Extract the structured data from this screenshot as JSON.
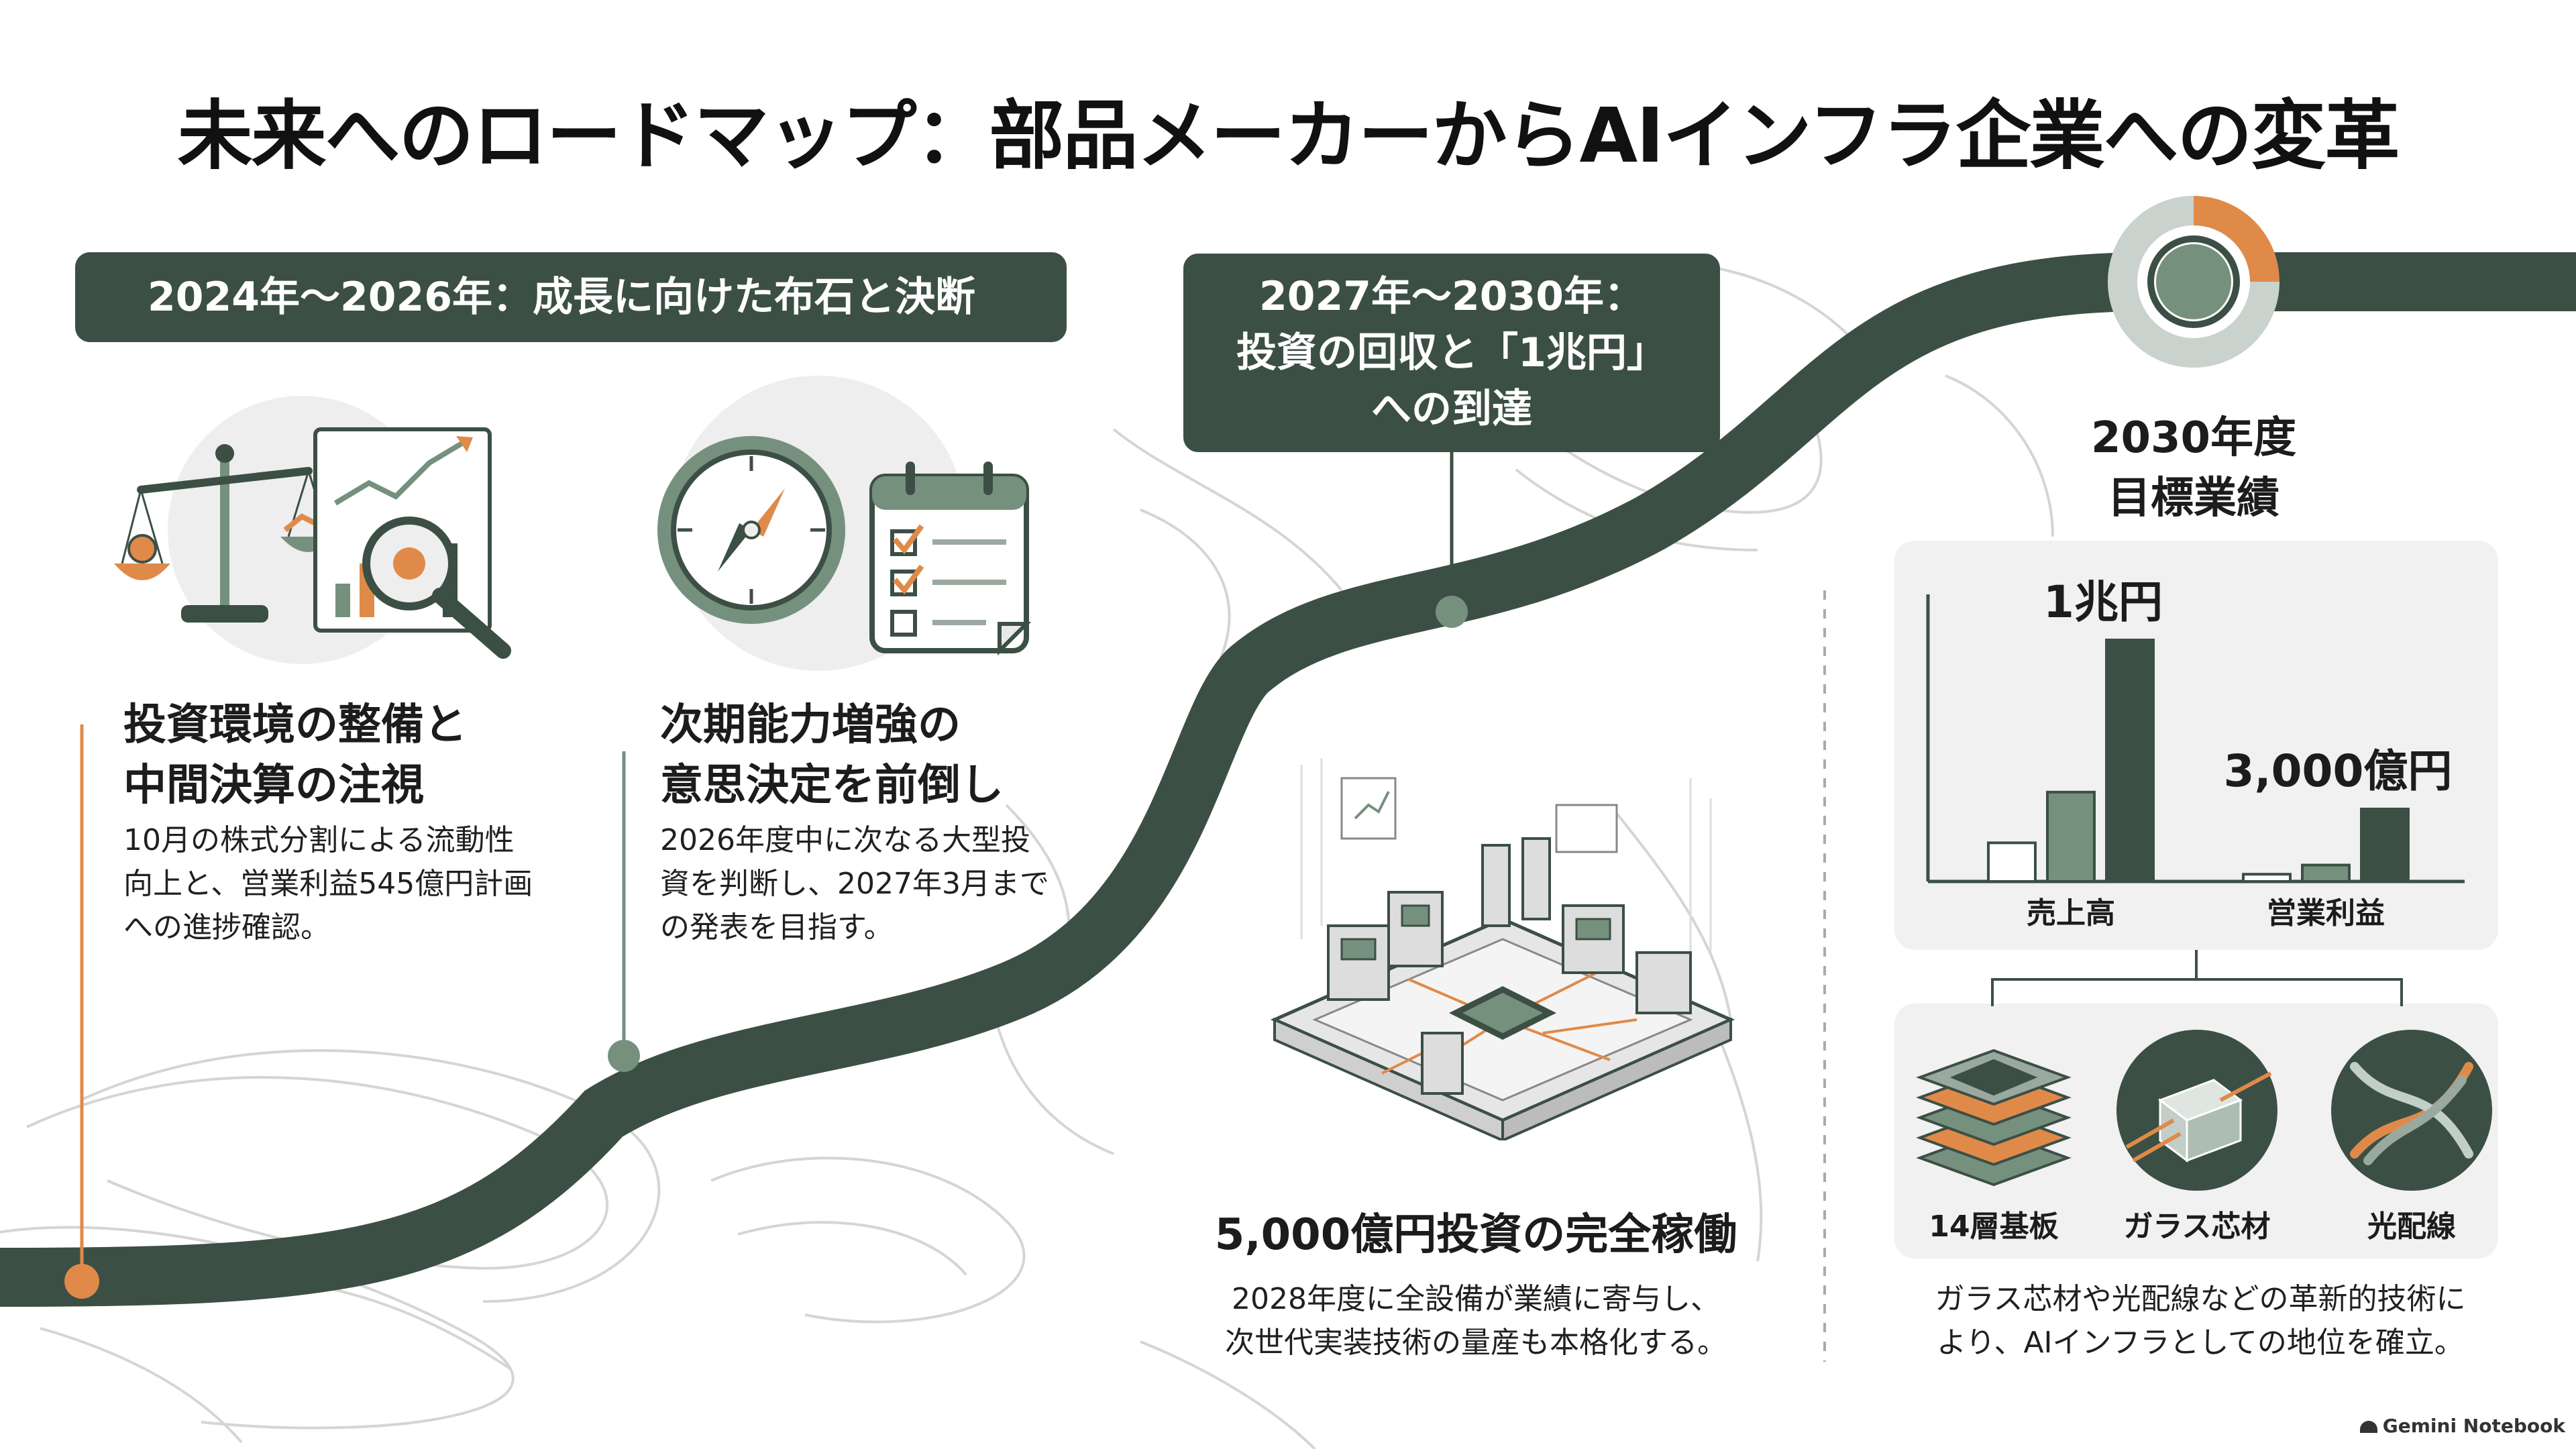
{
  "title": "未来へのロードマップ：部品メーカーからAIインフラ企業への変革",
  "phase1": {
    "label": "2024年〜2026年：成長に向けた布石と決断",
    "item1": {
      "heading_line1": "投資環境の整備と",
      "heading_line2": "中間決算の注視",
      "body_line1": "10月の株式分割による流動性",
      "body_line2": "向上と、営業利益545億円計画",
      "body_line3": "への進捗確認。"
    },
    "item2": {
      "heading_line1": "次期能力増強の",
      "heading_line2": "意思決定を前倒し",
      "body_line1": "2026年度中に次なる大型投",
      "body_line2": "資を判断し、2027年3月まで",
      "body_line3": "の発表を目指す。"
    }
  },
  "phase2": {
    "label_line1": "2027年〜2030年：",
    "label_line2": "投資の回収と「1兆円」",
    "label_line3": "への到達",
    "item": {
      "heading": "5,000億円投資の完全稼働",
      "body_line1": "2028年度に全設備が業績に寄与し、",
      "body_line2": "次世代実装技術の量産も本格化する。"
    }
  },
  "target": {
    "label_line1": "2030年度",
    "label_line2": "目標業績"
  },
  "chart_data": {
    "type": "bar",
    "categories": [
      "売上高",
      "営業利益"
    ],
    "series": [
      {
        "values": [
          0.16,
          0.03
        ]
      },
      {
        "values": [
          0.37,
          0.068
        ]
      },
      {
        "values": [
          1.0,
          0.3
        ]
      }
    ],
    "value_labels": [
      "1兆円",
      "3,000億円"
    ],
    "colors": [
      "#ffffff",
      "#76907e",
      "#3c4f45"
    ]
  },
  "technologies": {
    "items": [
      {
        "label": "14層基板",
        "icon": "layered-substrate-icon"
      },
      {
        "label": "ガラス芯材",
        "icon": "glass-core-icon"
      },
      {
        "label": "光配線",
        "icon": "optical-wiring-icon"
      }
    ],
    "body_line1": "ガラス芯材や光配線などの革新的技術に",
    "body_line2": "より、AIインフラとしての地位を確立。"
  },
  "footer": "Gemini Notebook",
  "colors": {
    "road": "#3c4f45",
    "accent_orange": "#e08a4a",
    "accent_green": "#76907e",
    "panel": "#f1f1f1"
  }
}
